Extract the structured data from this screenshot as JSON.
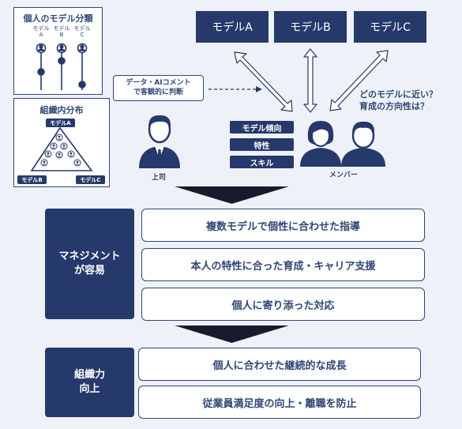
{
  "classification_panel": {
    "title": "個人のモデル分類",
    "columns": [
      "モデル\nA",
      "モデル\nB",
      "モデル\nC"
    ]
  },
  "organization_panel": {
    "title": "組織内分布",
    "nodes": [
      "モデルA",
      "モデルB",
      "モデルC"
    ]
  },
  "models": [
    "モデルA",
    "モデルB",
    "モデルC"
  ],
  "callout": "データ・AIコメント\nで客観的に判断",
  "question": "どのモデルに近い？\n育成の方向性は？",
  "boss_label": "上司",
  "member_label": "メンバー",
  "tags": [
    "モデル傾向",
    "特性",
    "スキル"
  ],
  "management": {
    "label": "マネジメント\nが容易",
    "items": [
      "複数モデルで個性に合わせた指導",
      "本人の特性に合った育成・キャリア支援",
      "個人に寄り添った対応"
    ]
  },
  "organization": {
    "label": "組織力\n向上",
    "items": [
      "個人に合わせた継続的な成長",
      "従業員満足度の向上・離職を防止"
    ]
  },
  "colors": {
    "navy": "#26396b",
    "background": "#eef2f8",
    "outline": "#2f4677"
  }
}
